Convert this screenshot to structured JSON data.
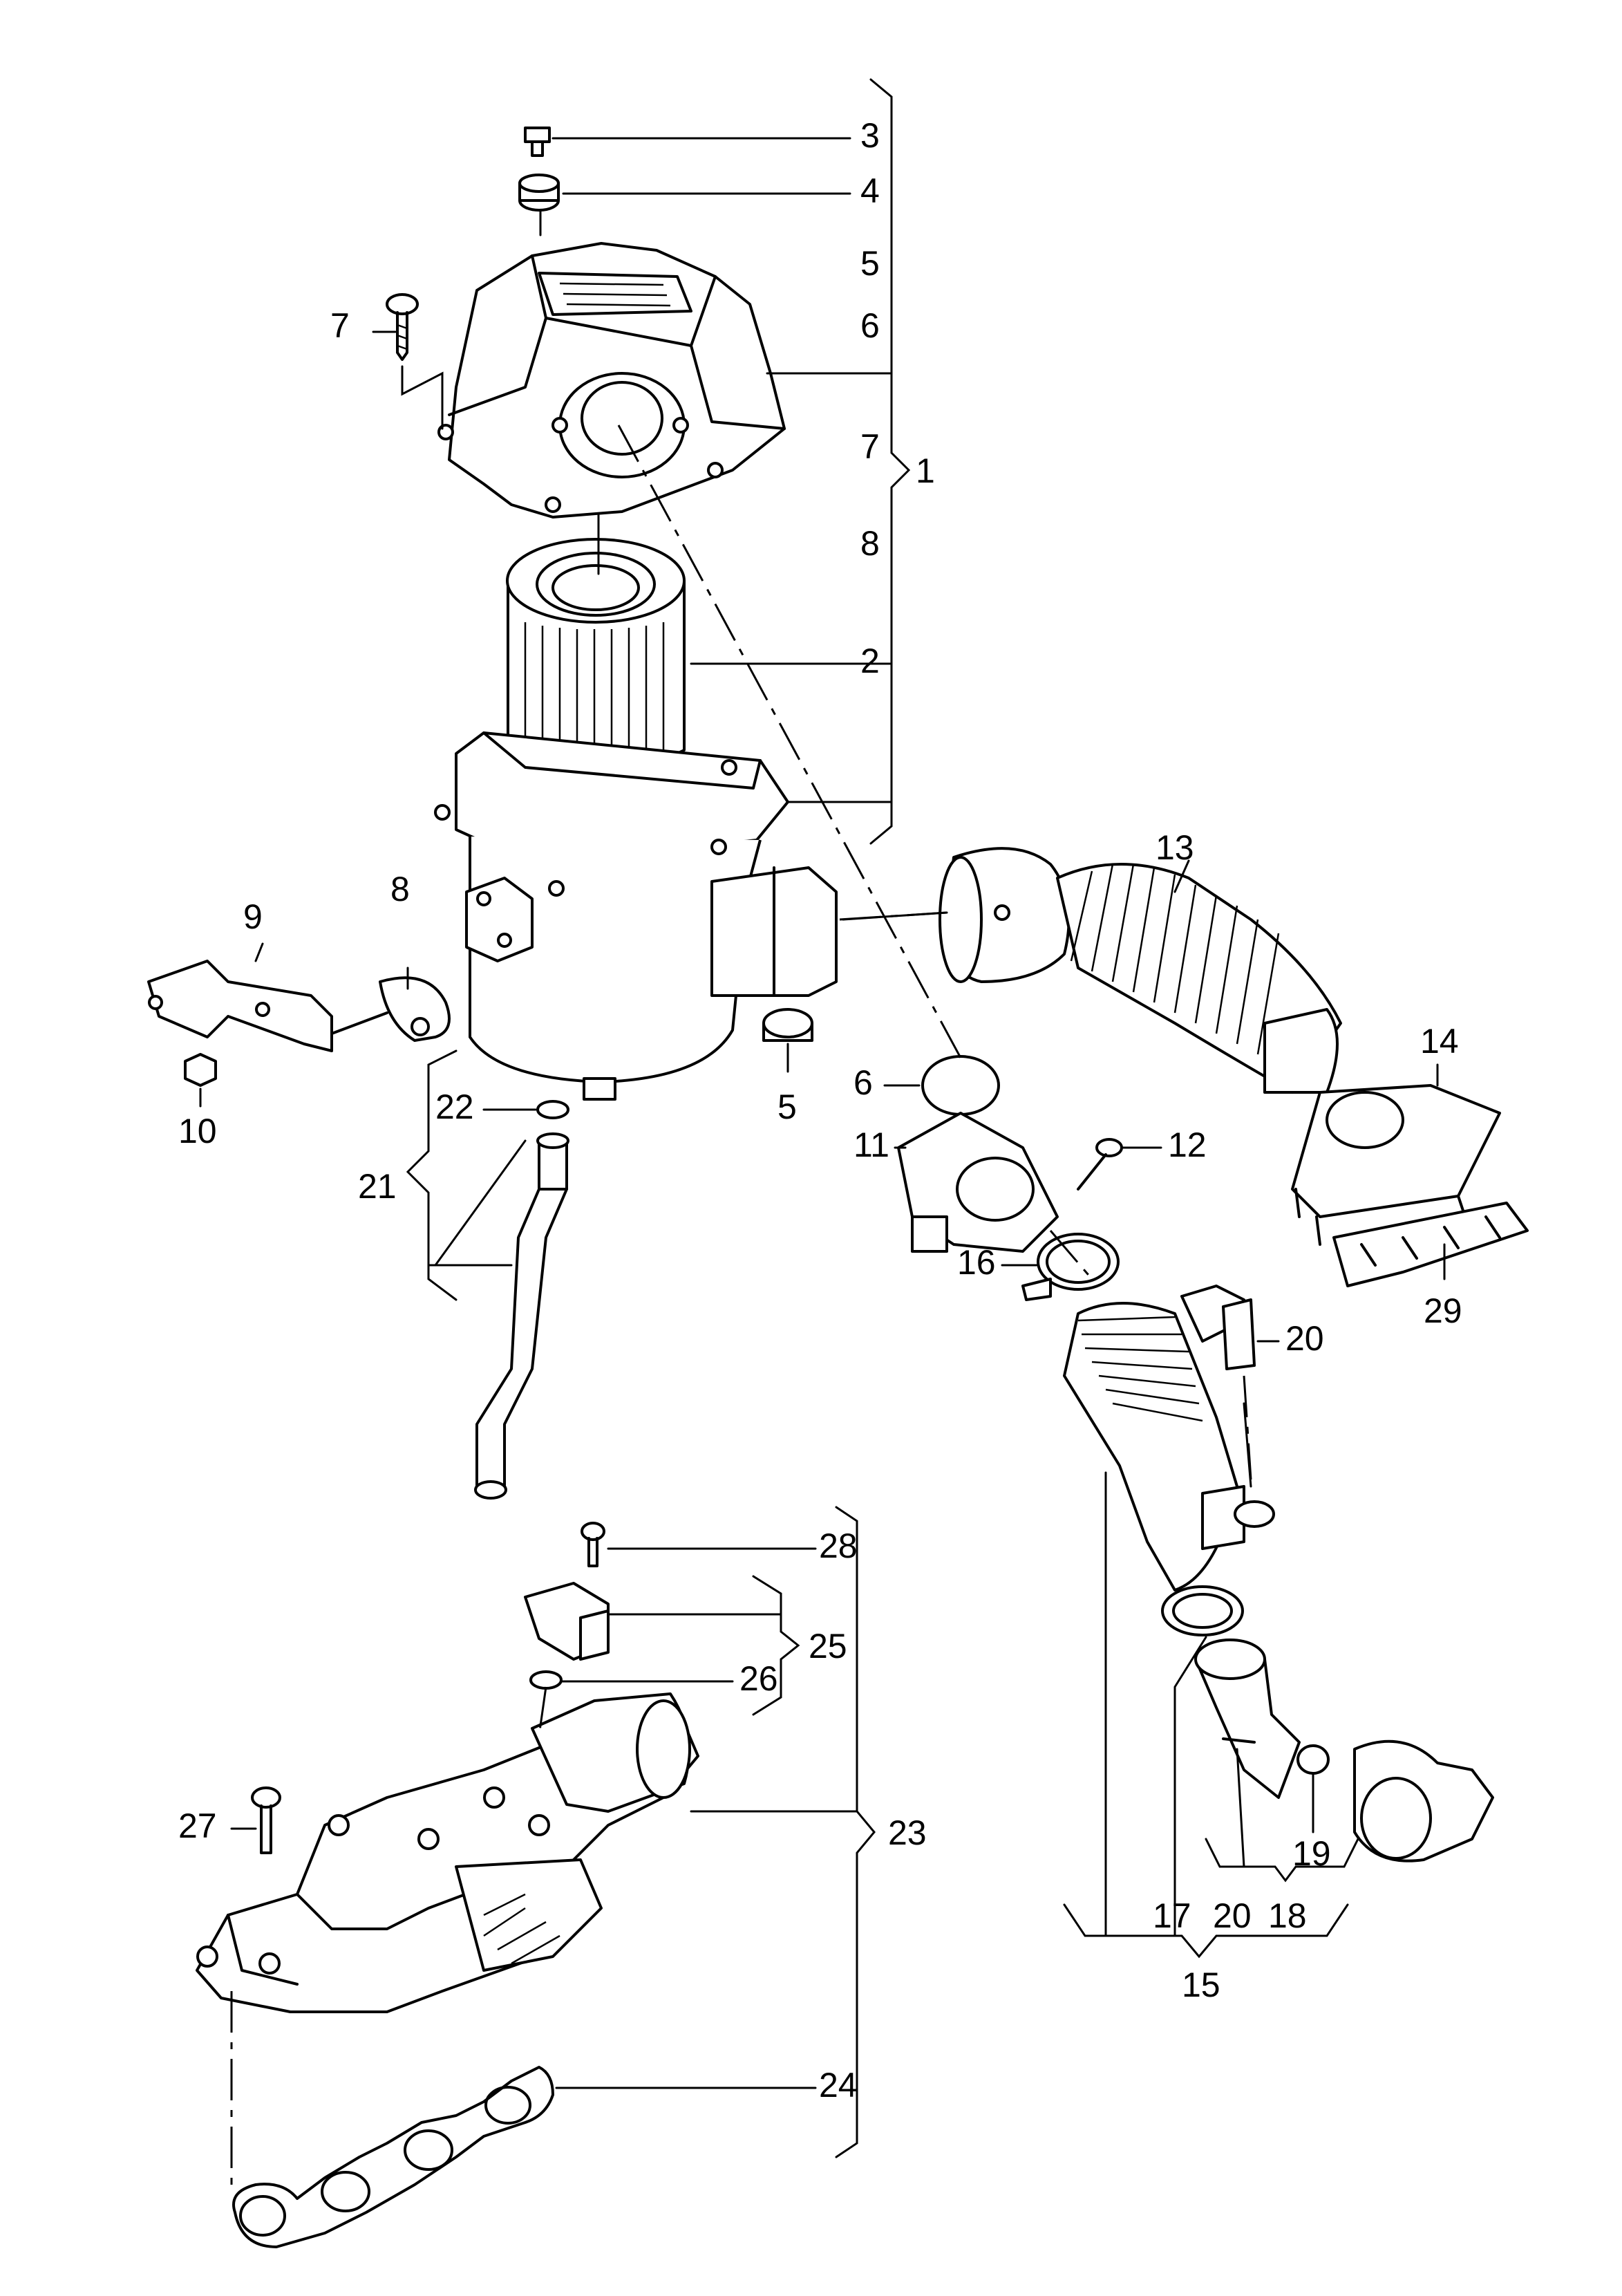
{
  "callouts": [
    {
      "id": "c-3",
      "text": "3"
    },
    {
      "id": "c-4",
      "text": "4"
    },
    {
      "id": "c-5a",
      "text": "5"
    },
    {
      "id": "c-6a",
      "text": "6"
    },
    {
      "id": "c-7a",
      "text": "7"
    },
    {
      "id": "c-7b",
      "text": "7"
    },
    {
      "id": "c-1",
      "text": "1"
    },
    {
      "id": "c-8a",
      "text": "8"
    },
    {
      "id": "c-2",
      "text": "2"
    },
    {
      "id": "c-13",
      "text": "13"
    },
    {
      "id": "c-9",
      "text": "9"
    },
    {
      "id": "c-8b",
      "text": "8"
    },
    {
      "id": "c-14",
      "text": "14"
    },
    {
      "id": "c-6b",
      "text": "6"
    },
    {
      "id": "c-10",
      "text": "10"
    },
    {
      "id": "c-22",
      "text": "22"
    },
    {
      "id": "c-5b",
      "text": "5"
    },
    {
      "id": "c-11",
      "text": "11"
    },
    {
      "id": "c-12",
      "text": "12"
    },
    {
      "id": "c-21",
      "text": "21"
    },
    {
      "id": "c-16",
      "text": "16"
    },
    {
      "id": "c-29",
      "text": "29"
    },
    {
      "id": "c-20a",
      "text": "20"
    },
    {
      "id": "c-28",
      "text": "28"
    },
    {
      "id": "c-25",
      "text": "25"
    },
    {
      "id": "c-26",
      "text": "26"
    },
    {
      "id": "c-27",
      "text": "27"
    },
    {
      "id": "c-23",
      "text": "23"
    },
    {
      "id": "c-19",
      "text": "19"
    },
    {
      "id": "c-17",
      "text": "17"
    },
    {
      "id": "c-20b",
      "text": "20"
    },
    {
      "id": "c-18",
      "text": "18"
    },
    {
      "id": "c-24",
      "text": "24"
    },
    {
      "id": "c-15",
      "text": "15"
    }
  ]
}
